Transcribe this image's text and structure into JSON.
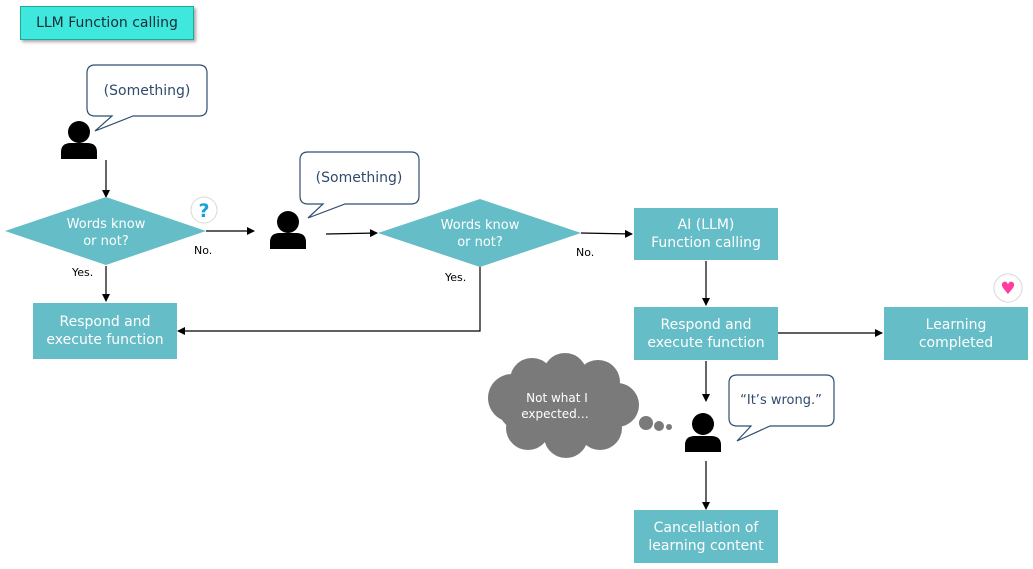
{
  "title": "LLM Function calling",
  "bubbles": {
    "user1": "(Something)",
    "user2": "(Something)",
    "user3": "“It’s wrong.”",
    "thought": [
      "Not what I",
      "expected…"
    ]
  },
  "decisions": {
    "d1": [
      "Words know",
      "or not?"
    ],
    "d2": [
      "Words know",
      "or not?"
    ]
  },
  "boxes": {
    "respond_left": [
      "Respond and",
      "execute function"
    ],
    "ai_llm": [
      "AI (LLM)",
      "Function calling"
    ],
    "respond_right": [
      "Respond and",
      "execute function"
    ],
    "learning": [
      "Learning",
      "completed"
    ],
    "cancellation": [
      "Cancellation of",
      "learning content"
    ]
  },
  "edge_labels": {
    "no1": "No.",
    "yes1": "Yes.",
    "no2": "No.",
    "yes2": "Yes."
  },
  "icons": {
    "question": "?",
    "heart": "♥"
  },
  "colors": {
    "box_fill": "#64bdc7",
    "box_text": "#ffffff",
    "title_fill": "#3ee8dc",
    "bubble_text": "#2e4a6b",
    "bubble_border": "#2f4f6f",
    "cloud_fill": "#7a7a7a",
    "question_color": "#1aa0e0",
    "heart_color": "#ff3e9c"
  }
}
